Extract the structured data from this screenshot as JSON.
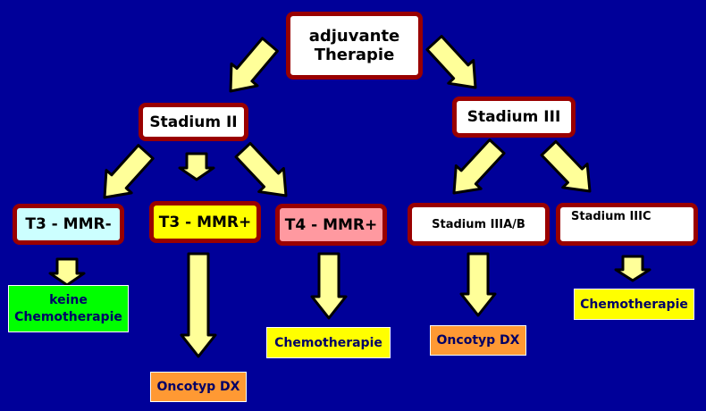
{
  "root": {
    "label_line1": "adjuvante",
    "label_line2": "Therapie"
  },
  "stage2": {
    "label": "Stadium II"
  },
  "stage3": {
    "label": "Stadium III"
  },
  "t3_mmr_neg": {
    "label": "T3 - MMR-",
    "color": "#ccffff"
  },
  "t3_mmr_pos": {
    "label": "T3 - MMR+",
    "color": "#ffff00"
  },
  "t4_mmr_pos": {
    "label": "T4 - MMR+",
    "color": "#ff99a0"
  },
  "stage3ab": {
    "label": "Stadium IIIA/B"
  },
  "stage3c": {
    "label": "Stadium IIIC"
  },
  "results": {
    "no_chemo": {
      "line1": "keine",
      "line2": "Chemotherapie",
      "color": "#00ff00"
    },
    "oncotyp_left": {
      "label": "Oncotyp DX",
      "color": "#ff9933"
    },
    "chemo_mid": {
      "label": "Chemotherapie",
      "color": "#ffff00"
    },
    "oncotyp_right": {
      "label": "Oncotyp DX",
      "color": "#ff9933"
    },
    "chemo_right": {
      "label": "Chemotherapie",
      "color": "#ffff00"
    }
  },
  "colors": {
    "background": "#000099",
    "node_border": "#990000",
    "arrow_fill": "#ffff99"
  }
}
